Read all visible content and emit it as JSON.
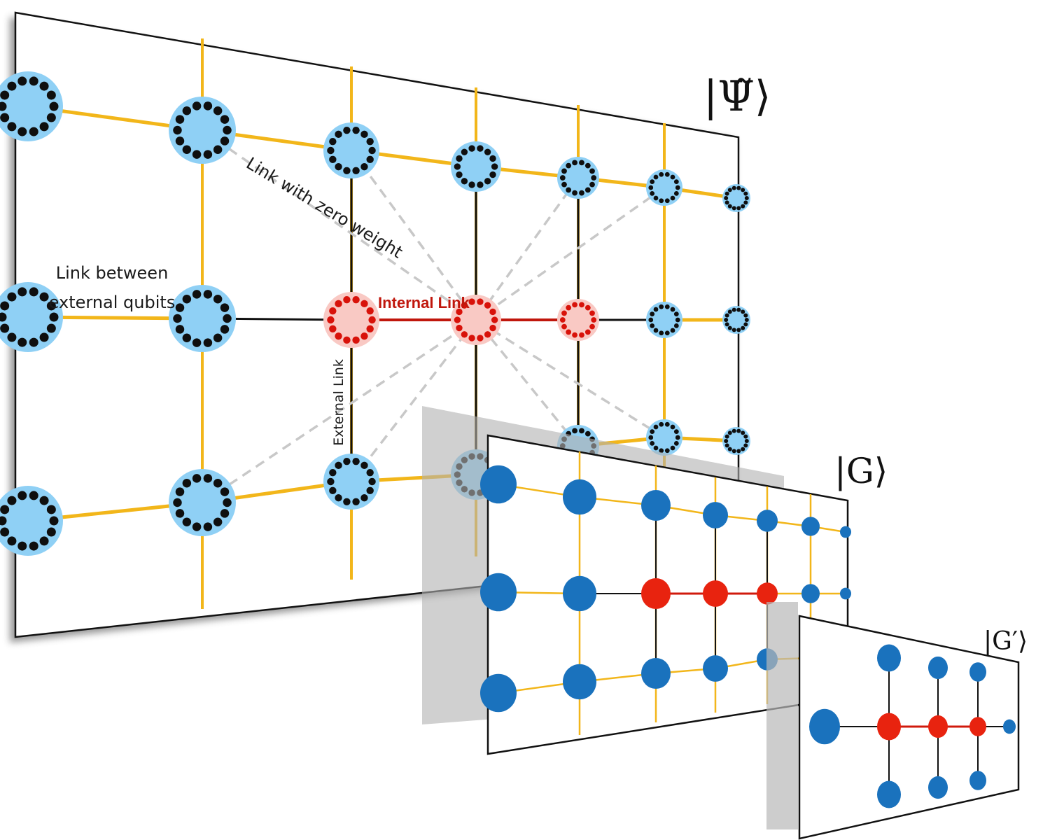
{
  "panels": {
    "psi": {
      "label": "|Ψ̃⟩"
    },
    "g": {
      "label": "|G⟩"
    },
    "gprime": {
      "label": "|G′⟩"
    }
  },
  "annotations": {
    "zero_weight": "Link with zero weight",
    "external_qubits_line1": "Link between",
    "external_qubits_line2": "external qubits",
    "internal_link": "Internal Link",
    "external_link": "External Link"
  },
  "colors": {
    "grid_yellow": "#f2b61a",
    "node_light_blue": "#8fd0f5",
    "node_dark_blue": "#1a72bd",
    "internal_red": "#e8230f",
    "internal_pink": "#f9c9c4",
    "dashed_gray": "#c8c8c8"
  }
}
